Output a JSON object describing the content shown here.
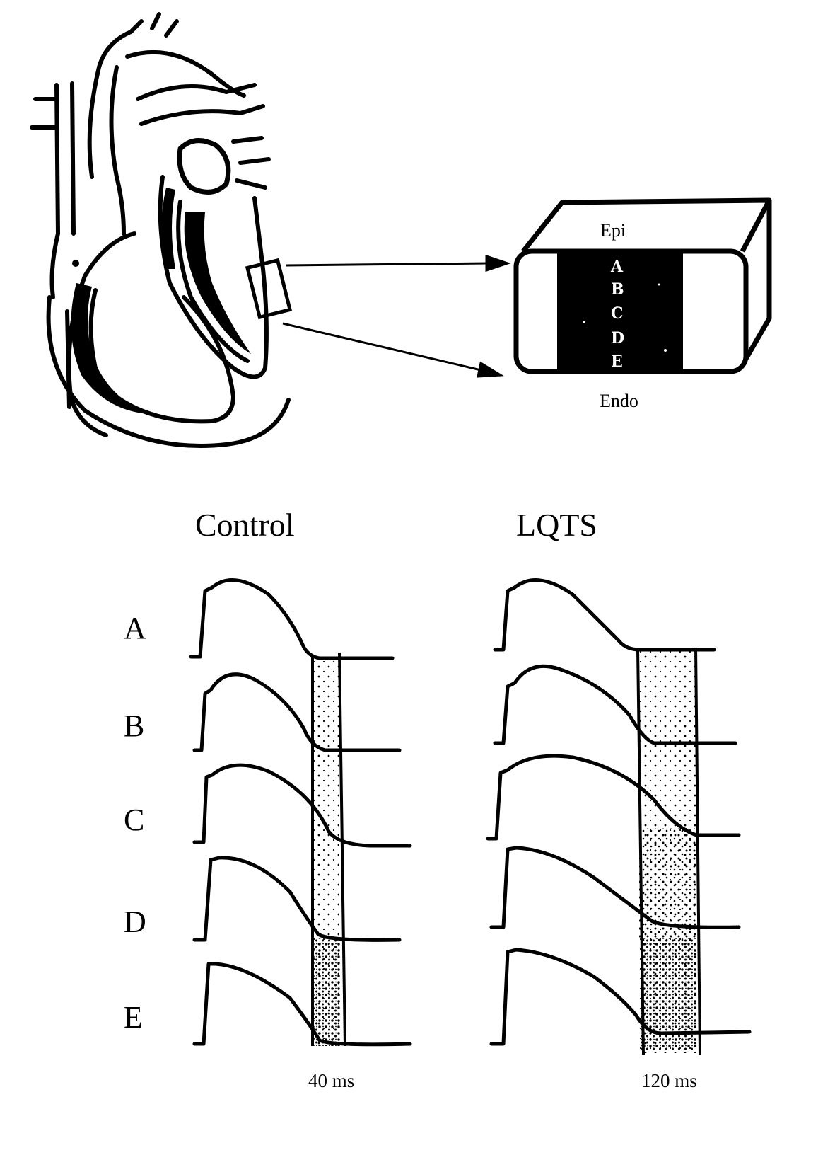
{
  "tissue_block": {
    "top_label": "Epi",
    "bottom_label": "Endo",
    "wall_letters": [
      "A",
      "B",
      "C",
      "D",
      "E"
    ]
  },
  "panels": [
    {
      "title": "Control",
      "dispersion_label": "40 ms"
    },
    {
      "title": "LQTS",
      "dispersion_label": "120 ms"
    }
  ],
  "row_labels": [
    "A",
    "B",
    "C",
    "D",
    "E"
  ],
  "colors": {
    "ink": "#000000",
    "paper": "#ffffff"
  }
}
